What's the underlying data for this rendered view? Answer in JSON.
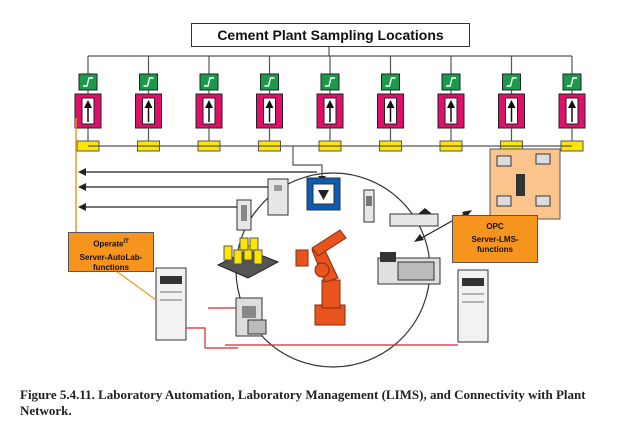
{
  "title": "Cement Plant Sampling Locations",
  "sampling_point_count": 9,
  "operate_box": {
    "line1": "Operate",
    "superscript": "IT",
    "line2": "Server-AutoLab-",
    "line3": "functions"
  },
  "opc_box": {
    "line1": "OPC",
    "line2": "Server-LMS-",
    "line3": "functions"
  },
  "caption": "Figure 5.4.11. Laboratory Automation, Laboratory Management (LIMS), and Connectivity with Plant Network.",
  "colors": {
    "sampler_red": "#e0106a",
    "sensor_green": "#1a9a4a",
    "yellow_node": "#ffe600",
    "orange_box": "#f7941d",
    "peach_panel": "#f9c58d",
    "robot_orange": "#e8541e",
    "blue_unit": "#0a5db5",
    "red_line": "#d9262e"
  }
}
